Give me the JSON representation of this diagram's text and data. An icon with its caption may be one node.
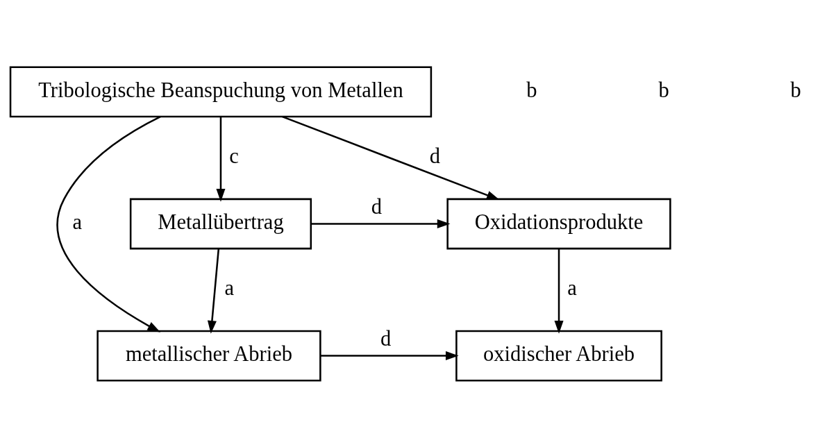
{
  "diagram": {
    "nodes": [
      {
        "text": [
          "Tribologische Beanspuchung von Metallen"
        ]
      },
      {
        "text": [
          "Metallübertrag"
        ]
      },
      {
        "text": [
          "Oxidationsprodukte"
        ]
      },
      {
        "text": [
          "metallischer Abrieb"
        ]
      },
      {
        "text": [
          "oxidischer Abrieb"
        ]
      }
    ],
    "edges": [
      {
        "from": 0,
        "to": 3,
        "arrow": "to",
        "label": "a"
      },
      {
        "from": 0,
        "to": 1,
        "arrow": "to",
        "label": "c"
      },
      {
        "from": 0,
        "to": 2,
        "arrow": "to",
        "label": "d"
      },
      {
        "from": 1,
        "to": 2,
        "arrow": "to",
        "label": "d"
      },
      {
        "from": 1,
        "to": 3,
        "arrow": "to",
        "label": "a"
      },
      {
        "from": 2,
        "to": 4,
        "arrow": "to",
        "label": "a"
      },
      {
        "from": 3,
        "to": 4,
        "arrow": "to",
        "label": "d"
      }
    ],
    "labels": [
      "b",
      "b",
      "b"
    ]
  }
}
